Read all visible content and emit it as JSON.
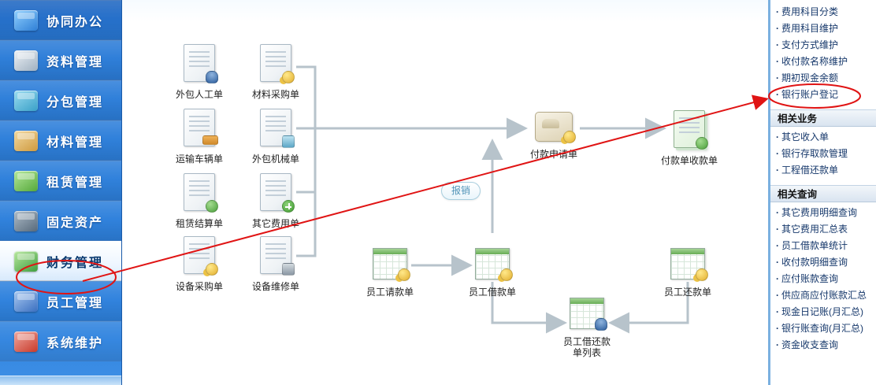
{
  "left_sidebar": {
    "items": [
      {
        "label": "协同办公",
        "icon": "collab-office-icon"
      },
      {
        "label": "资料管理",
        "icon": "data-archive-icon"
      },
      {
        "label": "分包管理",
        "icon": "subcontract-icon"
      },
      {
        "label": "材料管理",
        "icon": "material-box-icon"
      },
      {
        "label": "租赁管理",
        "icon": "lease-boxes-icon"
      },
      {
        "label": "固定资产",
        "icon": "fixed-assets-icon"
      },
      {
        "label": "财务管理",
        "icon": "finance-money-icon",
        "active": true
      },
      {
        "label": "员工管理",
        "icon": "employee-people-icon"
      },
      {
        "label": "系统维护",
        "icon": "system-maintain-icon"
      }
    ]
  },
  "flowchart": {
    "reimburse_label": "报销",
    "nodes": [
      {
        "label": "外包人工单",
        "icon": "document-person-icon"
      },
      {
        "label": "材料采购单",
        "icon": "document-coins-icon"
      },
      {
        "label": "运输车辆单",
        "icon": "document-truck-icon"
      },
      {
        "label": "外包机械单",
        "icon": "document-machine-icon"
      },
      {
        "label": "租赁结算单",
        "icon": "document-money-icon"
      },
      {
        "label": "其它费用单",
        "icon": "document-plus-icon"
      },
      {
        "label": "设备采购单",
        "icon": "document-coins-icon"
      },
      {
        "label": "设备维修单",
        "icon": "document-wrench-icon"
      },
      {
        "label": "付款申请单",
        "icon": "payment-hand-icon"
      },
      {
        "label": "付款单收款单",
        "icon": "receipt-notes-icon"
      },
      {
        "label": "员工请款单",
        "icon": "sheet-coins-icon"
      },
      {
        "label": "员工借款单",
        "icon": "sheet-coins-icon"
      },
      {
        "label": "员工还款单",
        "icon": "sheet-coins-icon"
      },
      {
        "label": "员工借还款单列表",
        "icon": "sheet-person-icon"
      }
    ]
  },
  "right_sidebar": {
    "sections": [
      {
        "items": [
          "费用科目分类",
          "费用科目维护",
          "支付方式维护",
          "收付款名称维护",
          "期初现金余额",
          "银行账户登记"
        ]
      },
      {
        "header": "相关业务",
        "items": [
          "其它收入单",
          "银行存取款管理",
          "工程借还款单"
        ]
      },
      {
        "header": "相关查询",
        "items": [
          "其它费用明细查询",
          "其它费用汇总表",
          "员工借款单统计",
          "收付款明细查询",
          "应付账款查询",
          "供应商应付账款汇总",
          "现金日记账(月汇总)",
          "银行账查询(月汇总)",
          "资金收支查询"
        ]
      }
    ]
  },
  "annotations": {
    "color": "#e01414",
    "circled_left_item": "财务管理",
    "circled_right_item": "银行账户登记"
  }
}
